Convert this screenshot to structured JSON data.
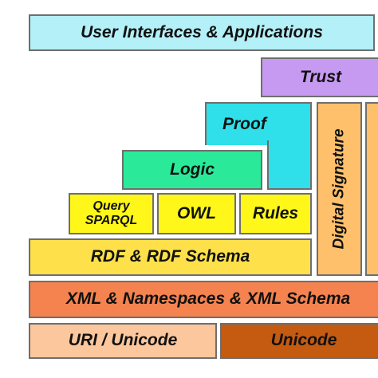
{
  "layers": {
    "user_interfaces": {
      "label": "User Interfaces & Applications",
      "color": "#b3f0f7"
    },
    "trust": {
      "label": "Trust",
      "color": "#c79af2"
    },
    "proof": {
      "label": "Proof",
      "color": "#2fe0ea"
    },
    "logic": {
      "label": "Logic",
      "color": "#2aea9a"
    },
    "query": {
      "line1": "Query",
      "line2": "SPARQL",
      "color": "#fff719"
    },
    "owl": {
      "label": "OWL",
      "color": "#fff719"
    },
    "rules": {
      "label": "Rules",
      "color": "#fff719"
    },
    "rdf": {
      "label": "RDF & RDF Schema",
      "color": "#fde04a"
    },
    "digital_signature": {
      "label": "Digital Signature",
      "color": "#ffc06c"
    },
    "crypto_partial": {
      "label": "",
      "color": "#ffc06c"
    },
    "xml": {
      "label": "XML & Namespaces & XML Schema",
      "color": "#f5834f"
    },
    "uri": {
      "label": "URI / Unicode",
      "color": "#fdc79d"
    },
    "unicode": {
      "label": "Unicode",
      "color": "#c55a11"
    }
  }
}
